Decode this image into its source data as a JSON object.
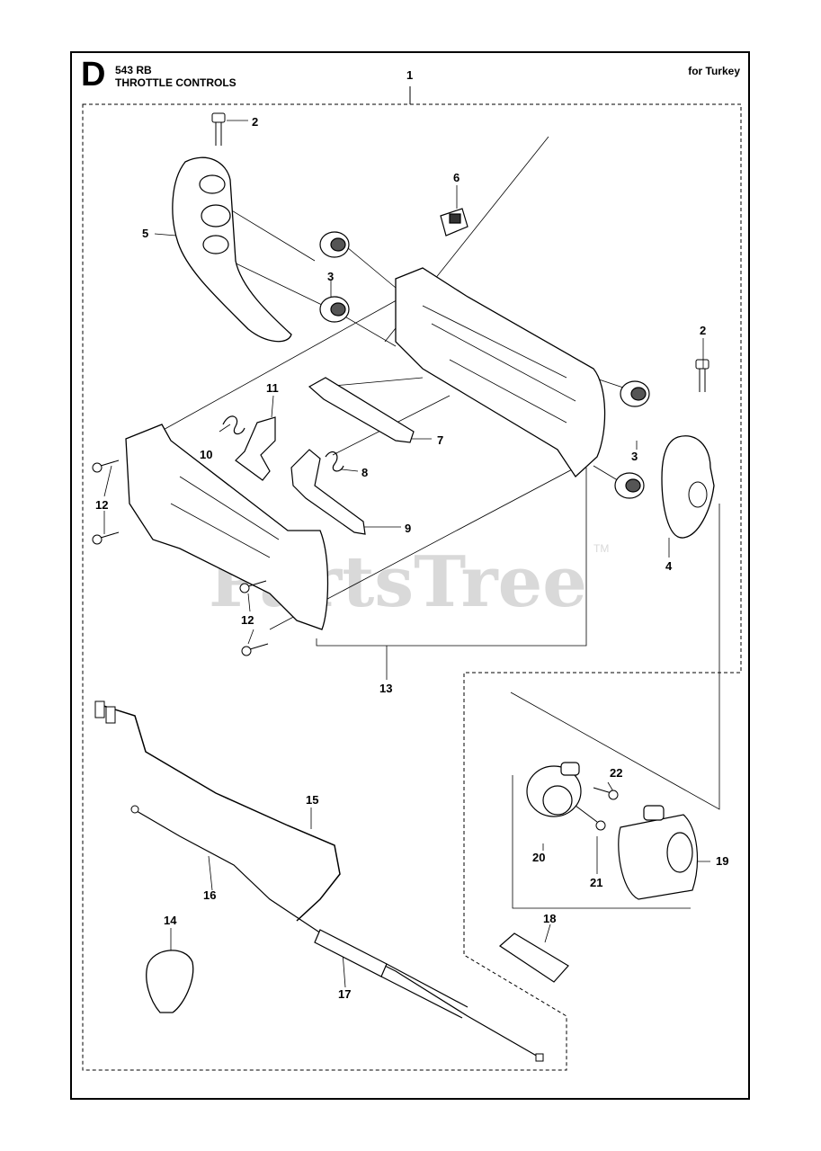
{
  "header": {
    "section_letter": "D",
    "model": "543 RB",
    "title": "THROTTLE CONTROLS",
    "market": "for Turkey"
  },
  "watermark": {
    "text": "PartsTree",
    "tm": "TM"
  },
  "callouts": {
    "c1": "1",
    "c2a": "2",
    "c2b": "2",
    "c3a": "3",
    "c3b": "3",
    "c4": "4",
    "c5": "5",
    "c6": "6",
    "c7": "7",
    "c8": "8",
    "c9": "9",
    "c10": "10",
    "c11": "11",
    "c12a": "12",
    "c12b": "12",
    "c13": "13",
    "c14": "14",
    "c15": "15",
    "c16": "16",
    "c17": "17",
    "c18": "18",
    "c19": "19",
    "c20": "20",
    "c21": "21",
    "c22": "22"
  }
}
